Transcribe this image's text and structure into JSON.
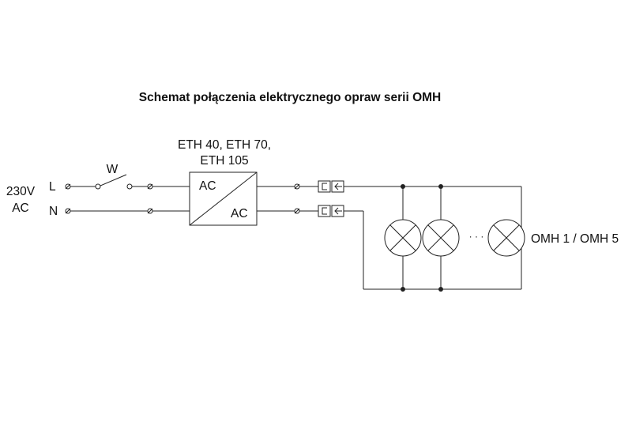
{
  "diagram": {
    "title": "Schemat połączenia elektrycznego opraw serii OMH",
    "supply": {
      "voltage": "230V",
      "type": "AC"
    },
    "lines": {
      "live": "L",
      "neutral": "N"
    },
    "switch_label": "W",
    "converter": {
      "models_line1": "ETH 40, ETH 70,",
      "models_line2": "ETH 105",
      "input": "AC",
      "output": "AC"
    },
    "luminaires_label": "OMH 1 / OMH 5",
    "ellipsis": "· · ·",
    "colors": {
      "ink": "#222222",
      "background": "#ffffff"
    }
  }
}
